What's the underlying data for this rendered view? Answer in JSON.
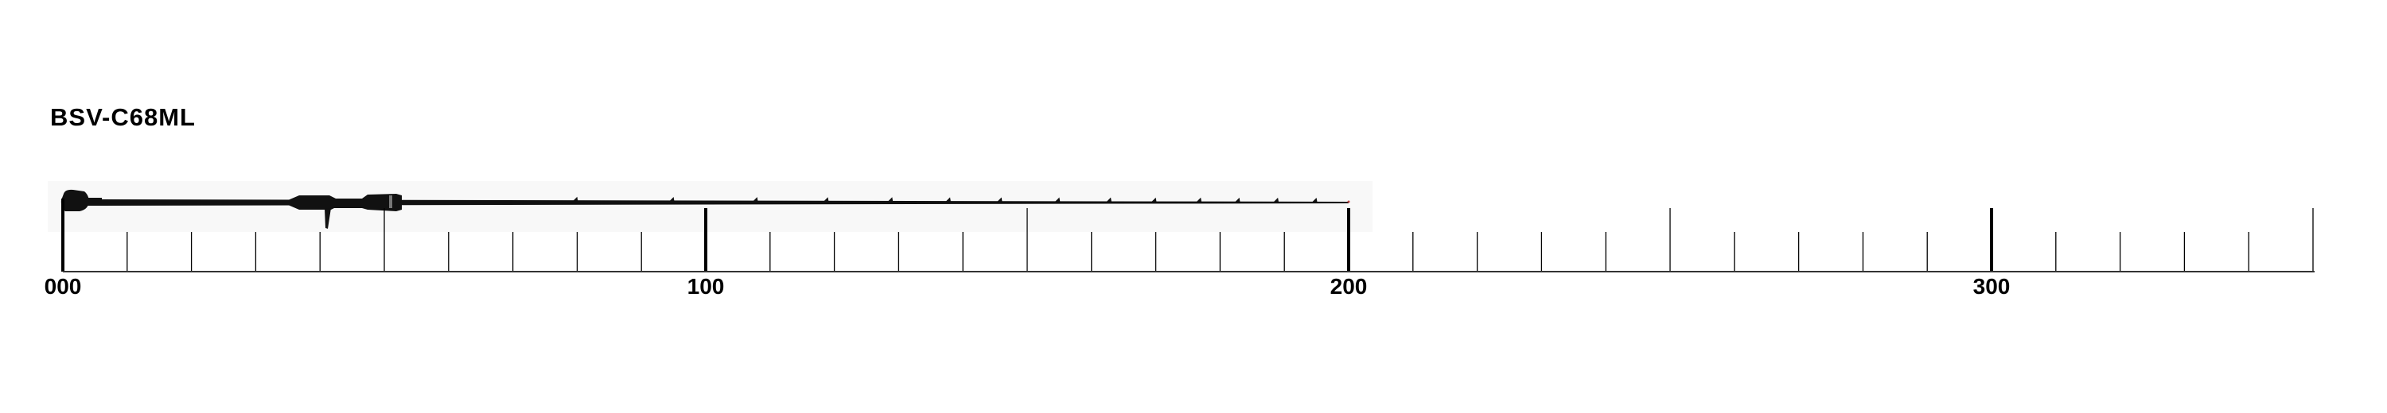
{
  "title": "BSV-C68ML",
  "ruler": {
    "min": 0,
    "max": 350,
    "minor_step": 10,
    "mid_step": 50,
    "major_step": 100,
    "labels": [
      "000",
      "100",
      "200",
      "300"
    ]
  },
  "rod": {
    "model": "BSV-C68ML",
    "length_units": 200,
    "guide_positions": [
      80,
      95,
      108,
      119,
      129,
      138,
      146,
      155,
      163,
      170,
      177,
      183,
      189,
      195
    ],
    "color": "#111111"
  }
}
